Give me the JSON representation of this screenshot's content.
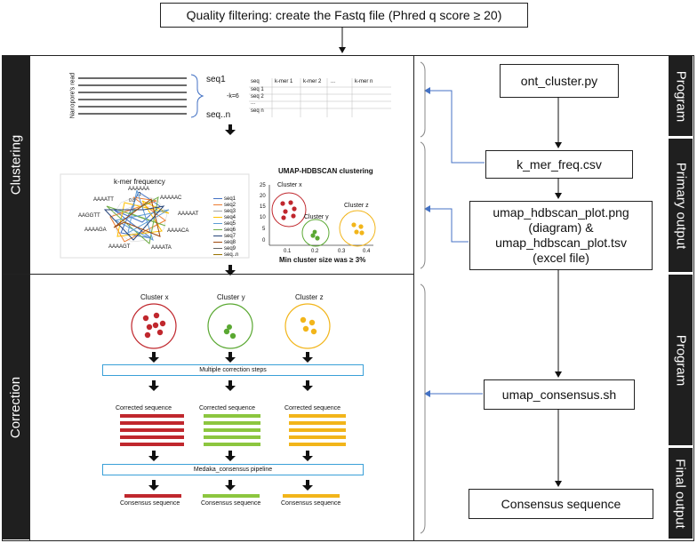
{
  "header": {
    "title": "Quality filtering: create the Fastq file (Phred q score ≥ 20)"
  },
  "sections": {
    "clustering": "Clustering",
    "correction": "Correction"
  },
  "sidebar": {
    "program1": "Program",
    "primary_output": "Primary output",
    "program2": "Program",
    "final_output": "Final output"
  },
  "flow": {
    "ont_cluster": "ont_cluster.py",
    "kmer_freq": "k_mer_freq.csv",
    "umap_out_1": "umap_hdbscan_plot.png",
    "umap_out_2": "(diagram) &",
    "umap_out_3": "umap_hdbscan_plot.tsv",
    "umap_out_4": "(excel file)",
    "consensus_sh": "umap_consensus.sh",
    "consensus_seq": "Consensus sequence"
  },
  "reads": {
    "nanopore_read": "Nanopore's read",
    "seq1": "seq1",
    "seqn": "seq..n",
    "k": "-k=6"
  },
  "kmer_table": {
    "headers": [
      "seq",
      "k-mer 1",
      "k-mer 2",
      "...",
      "k-mer n"
    ],
    "rows": [
      "seq 1",
      "seq 2",
      "...",
      "seq n"
    ]
  },
  "radar": {
    "title": "k-mer frequency",
    "axes": [
      "AAAAAA",
      "AAAAAC",
      "AAAAAT",
      "AAAACA",
      "AAAATA",
      "AAAAGT",
      "AAAAGA",
      "AAGGTT",
      "AAAATT"
    ],
    "legend": [
      "seq1",
      "seq2",
      "seq3",
      "seq4",
      "seq5",
      "seq6",
      "seq7",
      "seq8",
      "seq9",
      "seq..n"
    ],
    "legend_colors": [
      "#4472c4",
      "#ed7d31",
      "#a5a5a5",
      "#ffc000",
      "#5b9bd5",
      "#70ad47",
      "#264478",
      "#9e480e",
      "#636363",
      "#997300"
    ],
    "ticks": [
      "1",
      "0.8"
    ]
  },
  "umap": {
    "title": "UMAP-HDBSCAN clustering",
    "caption": "Min cluster size was ≥ 3%",
    "cluster_x": "Cluster x",
    "cluster_y": "Cluster y",
    "cluster_z": "Cluster z",
    "y_ticks": [
      "25",
      "20",
      "15",
      "10",
      "5",
      "0"
    ],
    "x_ticks": [
      "0.1",
      "0.2",
      "0.3",
      "0.4"
    ]
  },
  "correction": {
    "cluster_x": "Cluster x",
    "cluster_y": "Cluster y",
    "cluster_z": "Cluster z",
    "multiple_steps": "Multiple correction steps",
    "corrected": "Corrected sequence",
    "medaka": "Medaka_consensus pipeline",
    "consensus": "Consensus sequence"
  },
  "colors": {
    "red": "#c0272d",
    "green": "#5aa832",
    "yellow": "#f2b51a",
    "blue_arrow": "#4472c4",
    "dark": "#1f1f1f"
  }
}
